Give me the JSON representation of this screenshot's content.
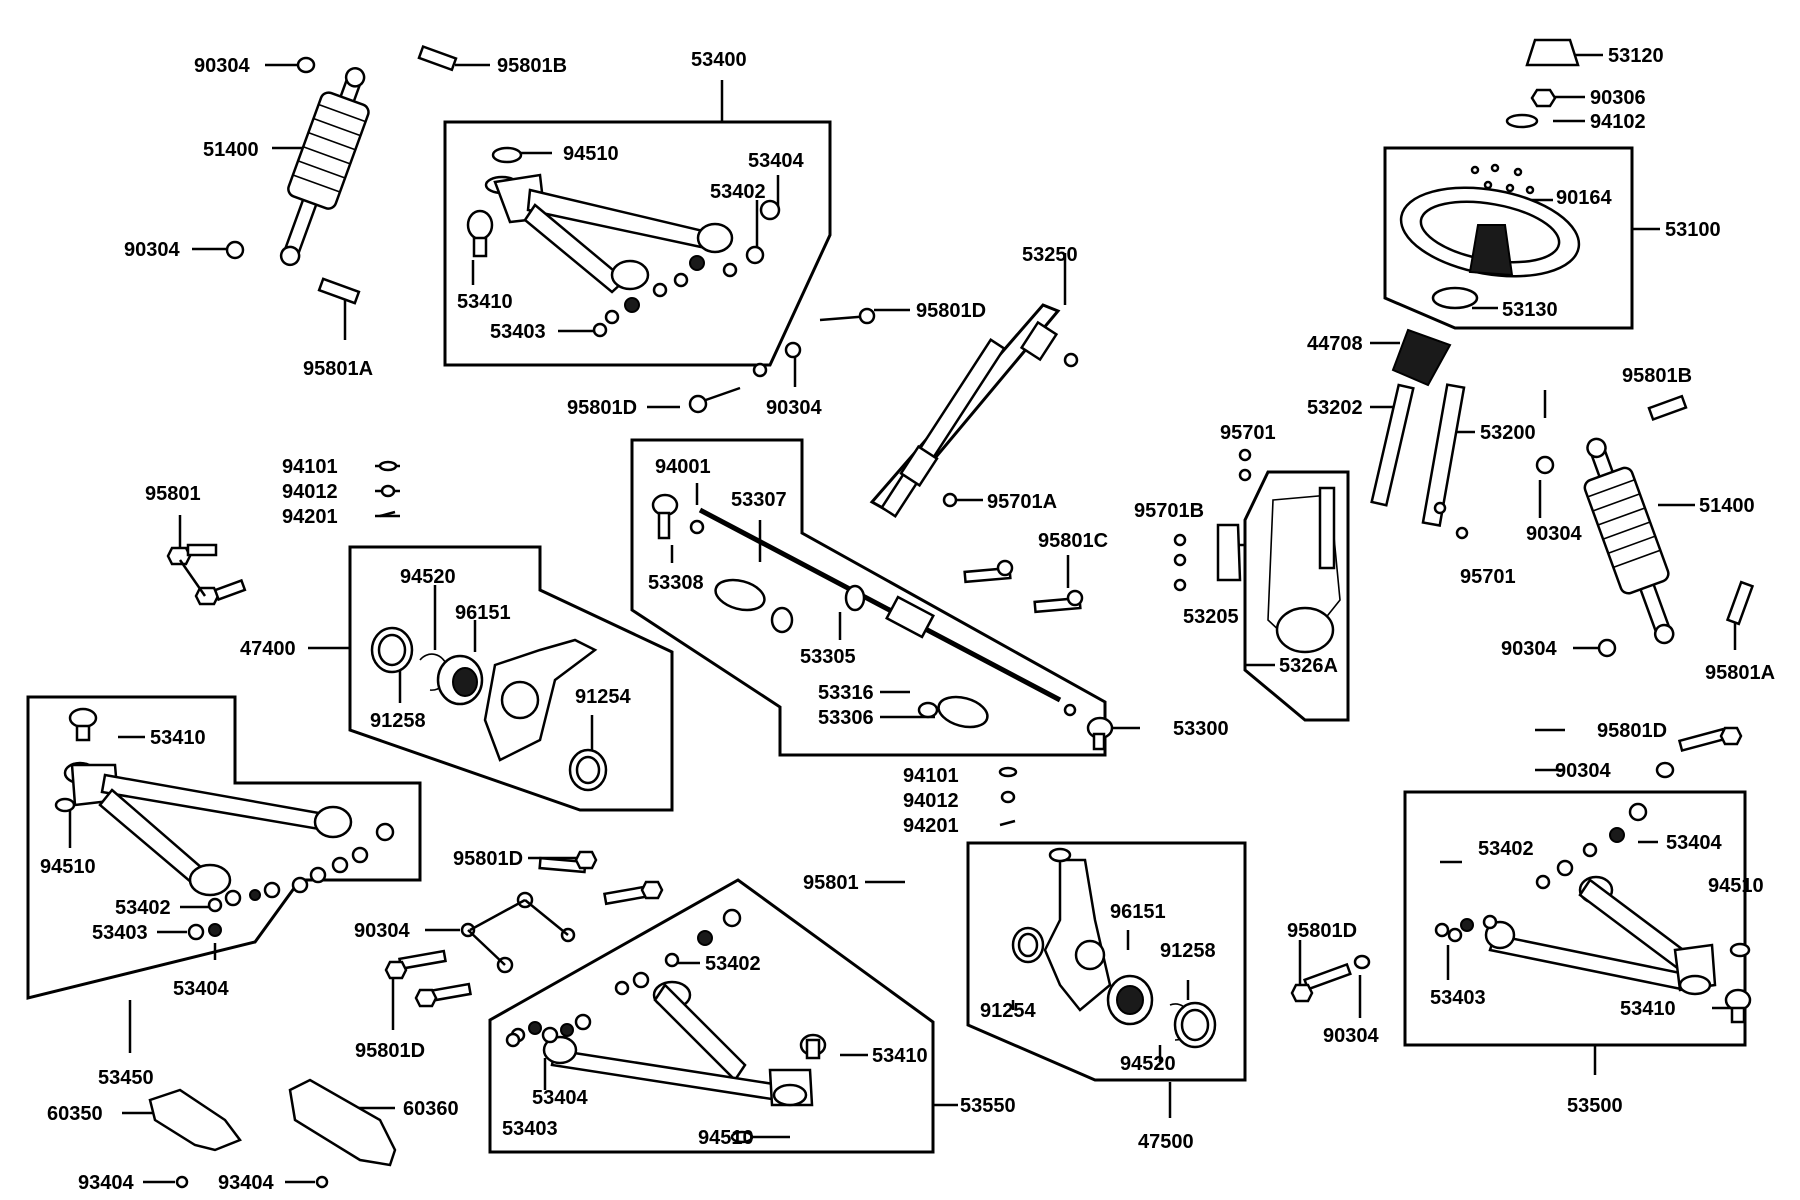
{
  "labels": {
    "shock_left_top_nut": "90304",
    "shock_left_top_bolt": "95801B",
    "shock_left": "51400",
    "shock_left_bottom_nut": "90304",
    "shock_left_bottom_bolt": "95801A",
    "upper_arm_left_assy": "53400",
    "ual_circlip": "94510",
    "ual_bushing_cap": "53404",
    "ual_bushing": "53402",
    "ual_ball_joint": "53410",
    "ual_washer": "53403",
    "bolt_95801D_a": "95801D",
    "bolt_95801D_b": "95801D",
    "nut_90304_a": "90304",
    "steering_shaft": "53250",
    "bolt_95701A": "95701A",
    "steering_wheel_nut_cap": "53120",
    "steering_wheel_nut": "90306",
    "steering_wheel_washer": "94102",
    "steering_wheel_assy": "53100",
    "steering_wheel_screw": "90164",
    "steering_wheel_cover": "53130",
    "steering_boot": "44708",
    "steering_upper_shaft": "53202",
    "steering_column": "53200",
    "bolt_95701_a": "95701",
    "bolt_95701_b": "95701",
    "bolt_95701B": "95701B",
    "bracket_53205": "53205",
    "eps_unit": "5326A",
    "shock_right_top_bolt": "95801B",
    "shock_right_top_nut": "90304",
    "shock_right": "51400",
    "shock_right_bottom_nut": "90304",
    "shock_right_bottom_bolt": "95801A",
    "bolt_95801": "95801",
    "washer_94101_a": "94101",
    "nut_94012_a": "94012",
    "pin_94201_a": "94201",
    "tie_rod_nut": "94001",
    "tie_rod": "53307",
    "tie_rod_end": "53308",
    "rack_boot_clamp": "53305",
    "bolt_95801C": "95801C",
    "rack_clamp": "53316",
    "rack_boot": "53306",
    "steering_rack_assy": "53300",
    "knuckle_left_assy": "47400",
    "kl_circlip": "94520",
    "kl_bearing": "96151",
    "kl_seal_inner": "91258",
    "kl_seal_outer": "91254",
    "lower_arm_left_assy": "53450",
    "lal_ball_joint": "53410",
    "lal_circlip": "94510",
    "lal_bushing": "53402",
    "lal_washer": "53403",
    "lal_cap": "53404",
    "guard_left": "60350",
    "guard_right": "60360",
    "guard_screw_a": "93404",
    "guard_screw_b": "93404",
    "bolt_95801D_c": "95801D",
    "nut_90304_b": "90304",
    "bolt_95801D_d": "95801D",
    "washer_94101_b": "94101",
    "nut_94012_b": "94012",
    "pin_94201_b": "94201",
    "bolt_95801_b": "95801",
    "lower_arm_right_assy": "53550",
    "lar_bushing": "53402",
    "lar_ball_joint": "53410",
    "lar_cap": "53404",
    "lar_washer": "53403",
    "lar_circlip": "94510",
    "knuckle_right_assy": "47500",
    "kr_bearing": "96151",
    "kr_seal_inner": "91258",
    "kr_seal_outer": "91254",
    "kr_circlip": "94520",
    "bolt_95801D_e": "95801D",
    "nut_90304_c": "90304",
    "bolt_95801D_f": "95801D",
    "nut_90304_d": "90304",
    "upper_arm_right_assy": "53500",
    "uar_bushing": "53402",
    "uar_cap": "53404",
    "uar_circlip": "94510",
    "uar_washer": "53403",
    "uar_ball_joint": "53410"
  }
}
